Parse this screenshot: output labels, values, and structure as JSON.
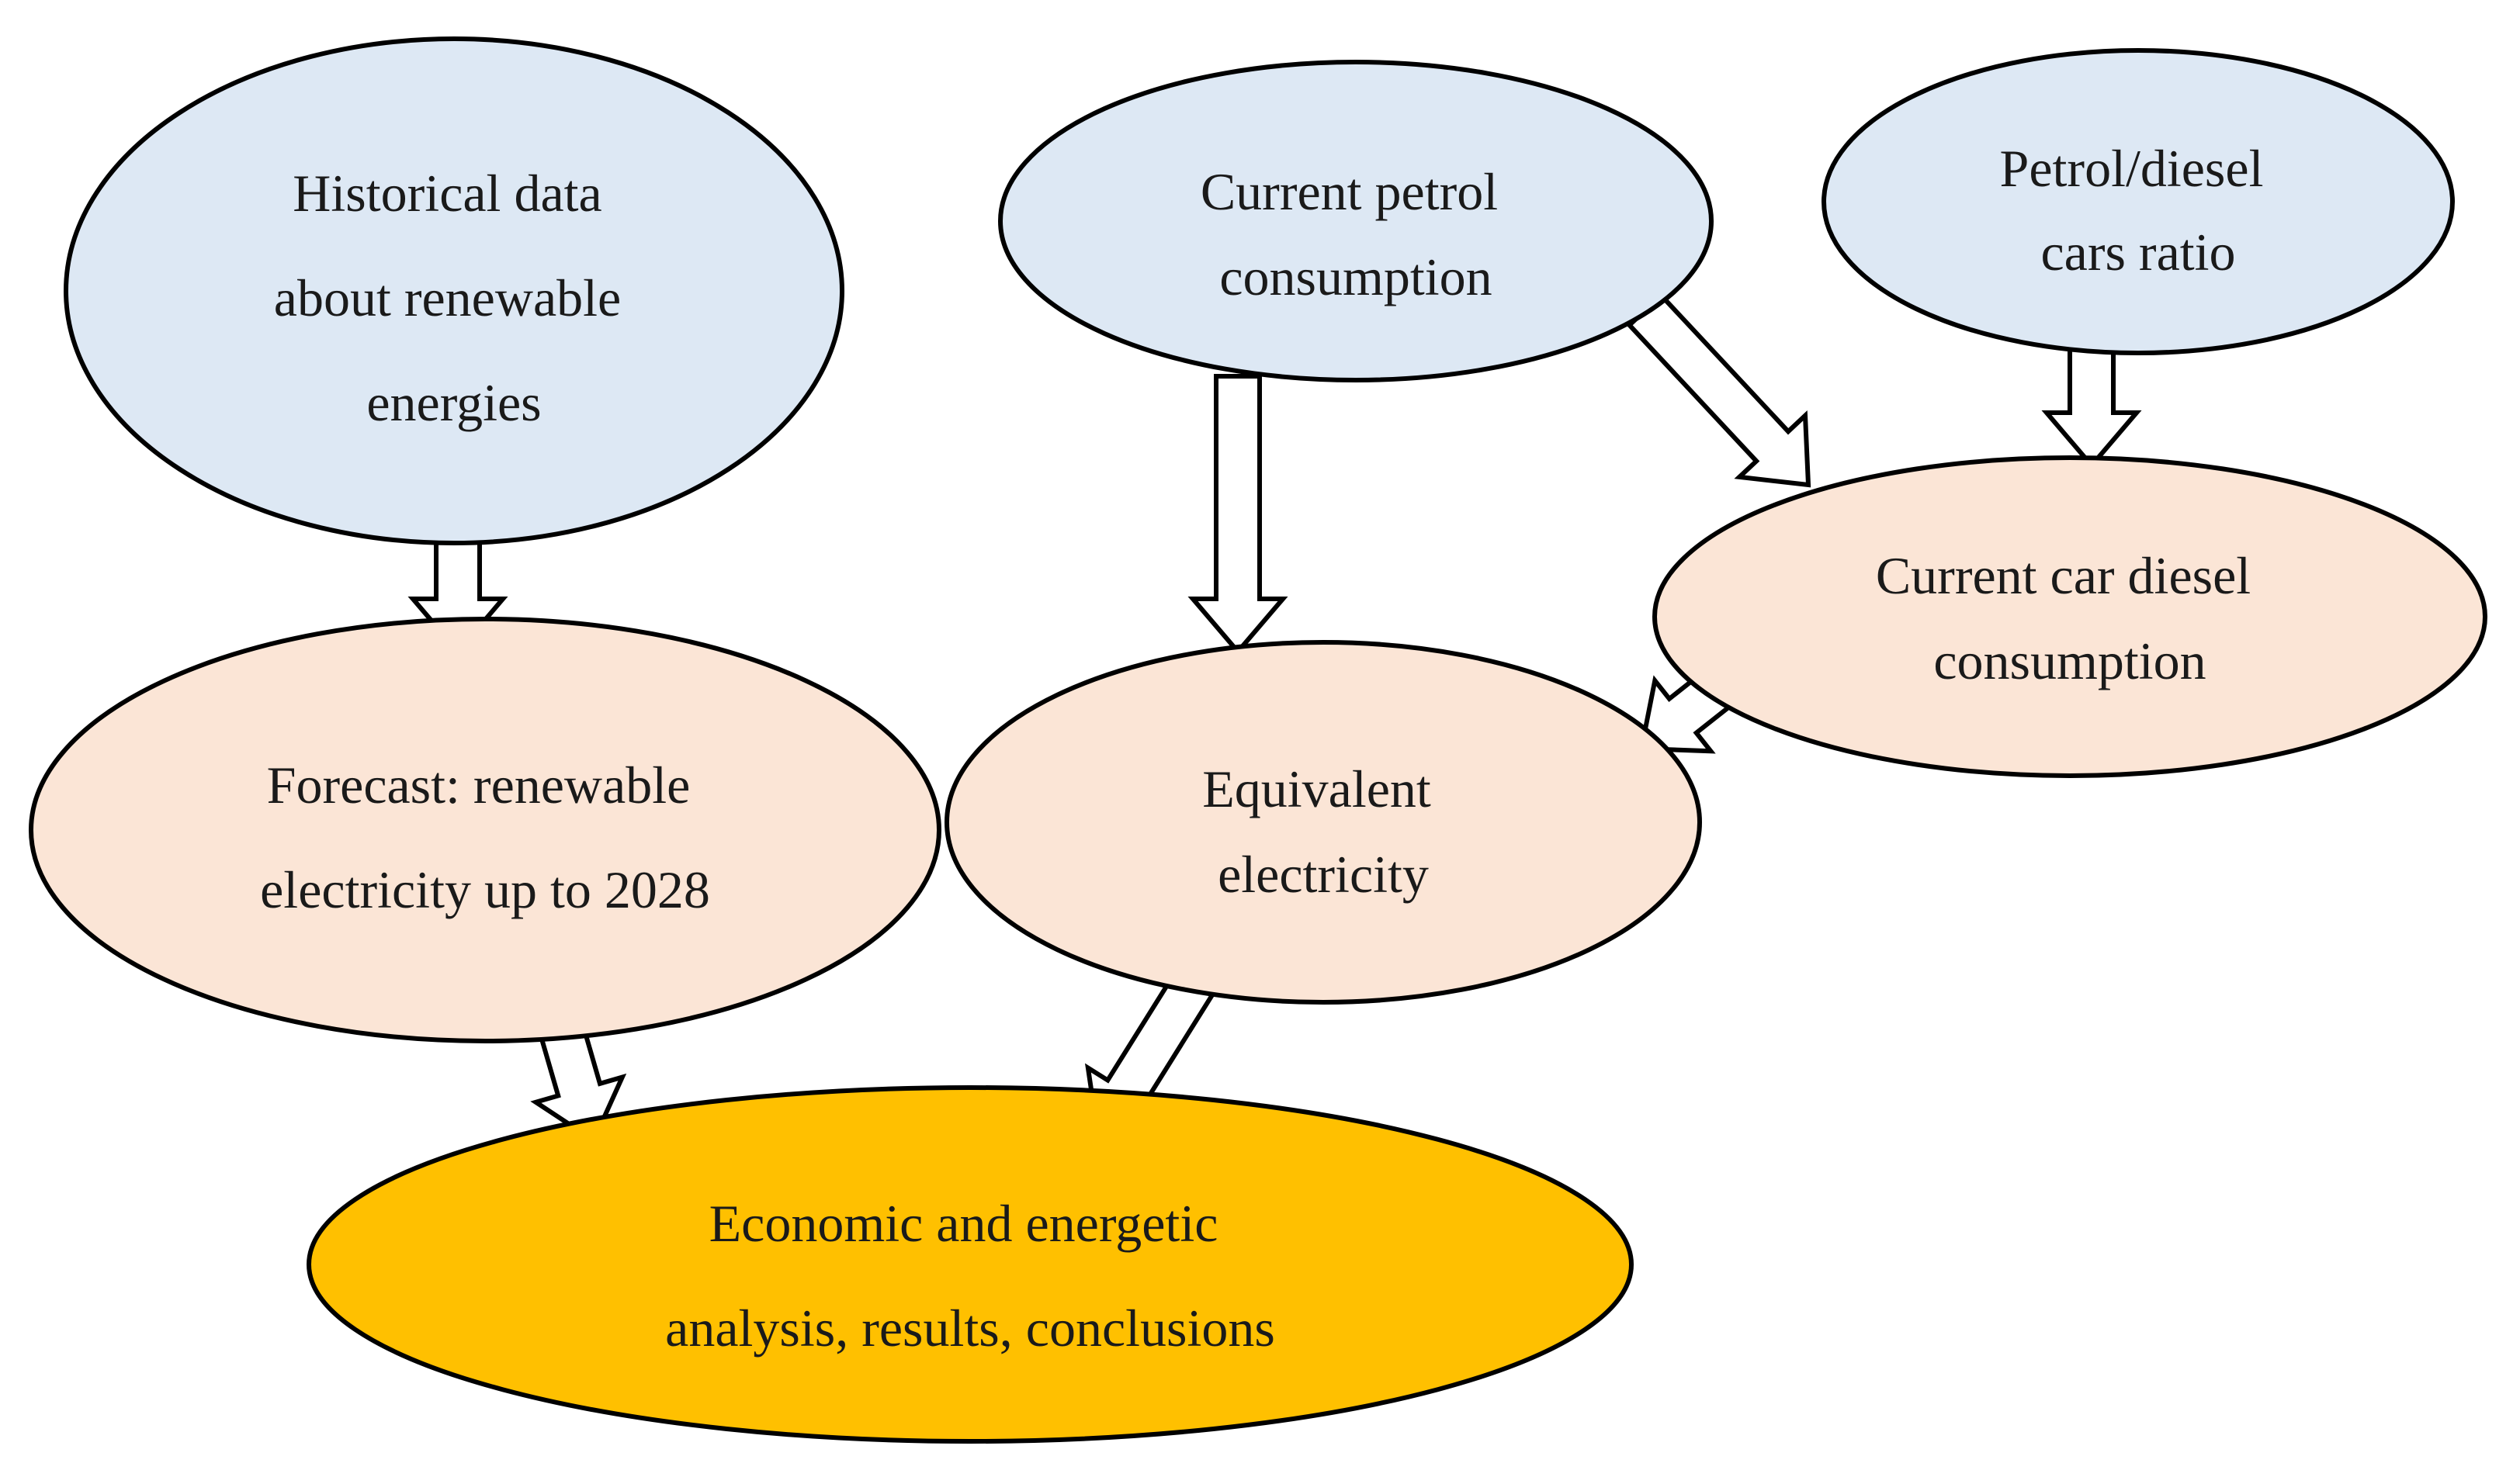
{
  "colors": {
    "input_fill": "#dde8f4",
    "intermediate_fill": "#fbe5d6",
    "result_fill": "#ffc000",
    "stroke": "#000000",
    "arrow_fill": "#ffffff"
  },
  "nodes": {
    "historical_data": {
      "lines": [
        "Historical data",
        "about renewable",
        "energies"
      ]
    },
    "current_petrol": {
      "lines": [
        "Current petrol",
        "consumption"
      ]
    },
    "petrol_diesel_ratio": {
      "lines": [
        "Petrol/diesel",
        "cars ratio"
      ]
    },
    "current_diesel": {
      "lines": [
        "Current car diesel",
        "consumption"
      ]
    },
    "forecast": {
      "lines": [
        "Forecast: renewable",
        "electricity up to 2028"
      ]
    },
    "equivalent_electricity": {
      "lines": [
        "Equivalent",
        "electricity"
      ]
    },
    "analysis": {
      "lines": [
        "Economic and energetic",
        "analysis, results, conclusions"
      ]
    }
  },
  "edges": [
    {
      "from": "historical_data",
      "to": "forecast"
    },
    {
      "from": "current_petrol",
      "to": "equivalent_electricity"
    },
    {
      "from": "current_petrol",
      "to": "current_diesel"
    },
    {
      "from": "petrol_diesel_ratio",
      "to": "current_diesel"
    },
    {
      "from": "current_diesel",
      "to": "equivalent_electricity"
    },
    {
      "from": "forecast",
      "to": "analysis"
    },
    {
      "from": "equivalent_electricity",
      "to": "analysis"
    }
  ]
}
